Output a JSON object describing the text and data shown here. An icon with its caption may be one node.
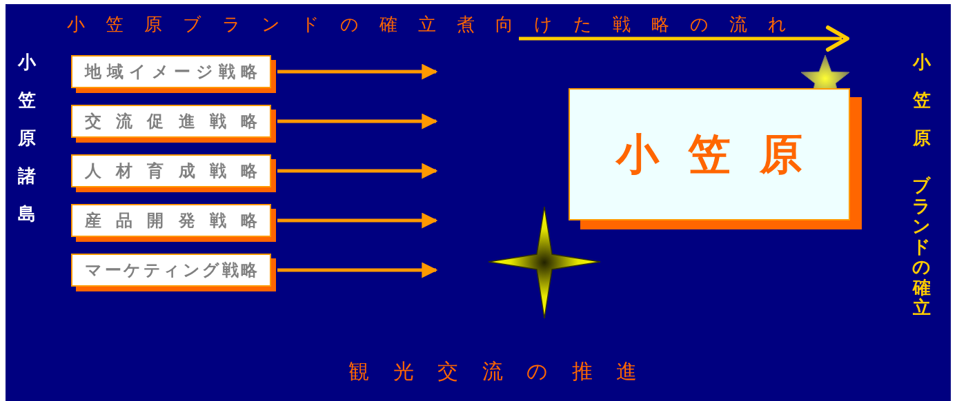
{
  "diagram": {
    "title": "小笠原ブランドの確立煮向けた戦略の流れ",
    "nodes": [
      {
        "text": [
          "地域イメージ戦略"
        ]
      },
      {
        "text": [
          "交流促進戦略"
        ]
      },
      {
        "text": [
          "人材育成戦略"
        ]
      },
      {
        "text": [
          "産品開発戦略"
        ]
      },
      {
        "text": [
          "マーケティング戦略"
        ]
      },
      {
        "text": [
          "小笠原"
        ]
      }
    ],
    "edges": [
      {
        "from": 0,
        "to": null,
        "arrow": "to"
      },
      {
        "from": 1,
        "to": null,
        "arrow": "to"
      },
      {
        "from": 2,
        "to": null,
        "arrow": "to"
      },
      {
        "from": 3,
        "to": null,
        "arrow": "to"
      },
      {
        "from": 4,
        "to": null,
        "arrow": "to"
      }
    ],
    "labels": [
      "小笠原諸島",
      "小笠原",
      "ブランドの確立",
      "観光交流の推進"
    ]
  }
}
